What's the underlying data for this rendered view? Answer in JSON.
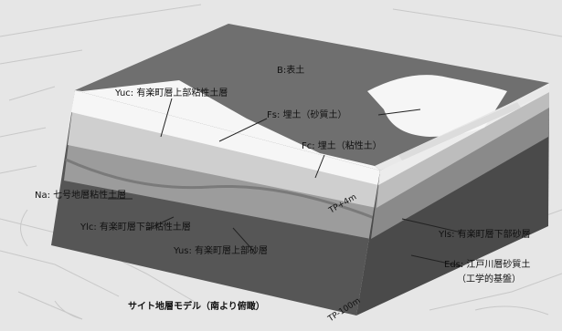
{
  "labels": {
    "b": "B:表土",
    "yuc": "Yuc: 有楽町層上部粘性土層",
    "fs": "Fs: 埋土（砂質土）",
    "fc": "Fc: 埋土（粘性土）",
    "na": "Na: 七号地層粘性土層",
    "tp_plus4": "TP+4m",
    "ylc": "Ylc: 有楽町層下部粘性土層",
    "yus": "Yus: 有楽町層上部砂層",
    "yls": "Yls: 有楽町層下部砂層",
    "eds_1": "Eds: 江戸川層砂質土",
    "eds_2": "（工学的基盤）",
    "caption": "サイト地層モデル（南より俯瞰）",
    "tp_minus100": "TP-100m"
  },
  "colors": {
    "background": "#e6e6e6",
    "top_surface": "#6f6f6f",
    "fill_light": "#f6f6f6",
    "clay_layer": "#cfcfcf",
    "sand_layer": "#9c9c9c",
    "base_layer": "#565656"
  }
}
